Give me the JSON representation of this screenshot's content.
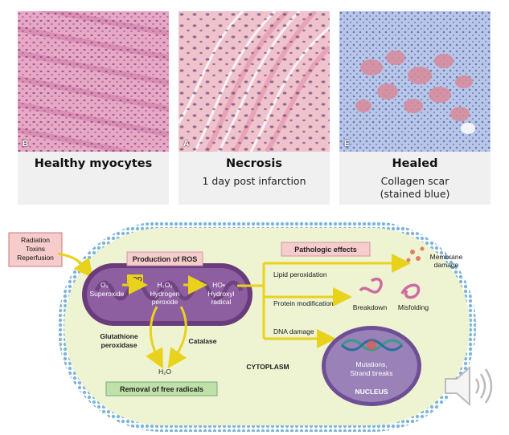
{
  "panels": [
    {
      "letter": "B",
      "title": "Healthy myocytes",
      "subtitle1": "",
      "subtitle2": ""
    },
    {
      "letter": "A",
      "title": "Necrosis",
      "subtitle1": "1 day post infarction",
      "subtitle2": ""
    },
    {
      "letter": "E",
      "title": "Healed",
      "subtitle1": "Collagen scar",
      "subtitle2": "(stained blue)"
    }
  ],
  "diagram": {
    "inducers": [
      "Radiation",
      "Toxins",
      "Reperfusion"
    ],
    "production_label": "Production of ROS",
    "sod_label": "SOD",
    "superoxide_formula": "O₂̇",
    "superoxide_name": "Superoxide",
    "peroxide_formula": "H₂O₂",
    "peroxide_name1": "Hydrogen",
    "peroxide_name2": "peroxide",
    "hydroxyl_formula": "HO•",
    "hydroxyl_name1": "Hydroxyl",
    "hydroxyl_name2": "radical",
    "glutathione1": "Glutathione",
    "glutathione2": "peroxidase",
    "catalase": "Catalase",
    "water": "H₂O",
    "removal_label": "Removal of free radicals",
    "cytoplasm": "CYTOPLASM",
    "pathologic_label": "Pathologic effects",
    "lipid": "Lipid peroxidation",
    "protein": "Protein modification",
    "dna": "DNA damage",
    "breakdown": "Breakdown",
    "misfolding": "Misfolding",
    "membrane1": "Membrane",
    "membrane2": "damage",
    "mutations1": "Mutations,",
    "mutations2": "Strand breaks",
    "nucleus": "NUCLEUS"
  },
  "colors": {
    "membrane": "#8ec3e0",
    "cell_fill": "#eef3d2",
    "mitochondrion": "#6a3c7c",
    "arrow": "#e8d21b",
    "pink_box": "#f7cccc",
    "green_box": "#bfe0a8",
    "nucleus": "#9a82b8"
  },
  "speaker_icon": "speaker-icon"
}
